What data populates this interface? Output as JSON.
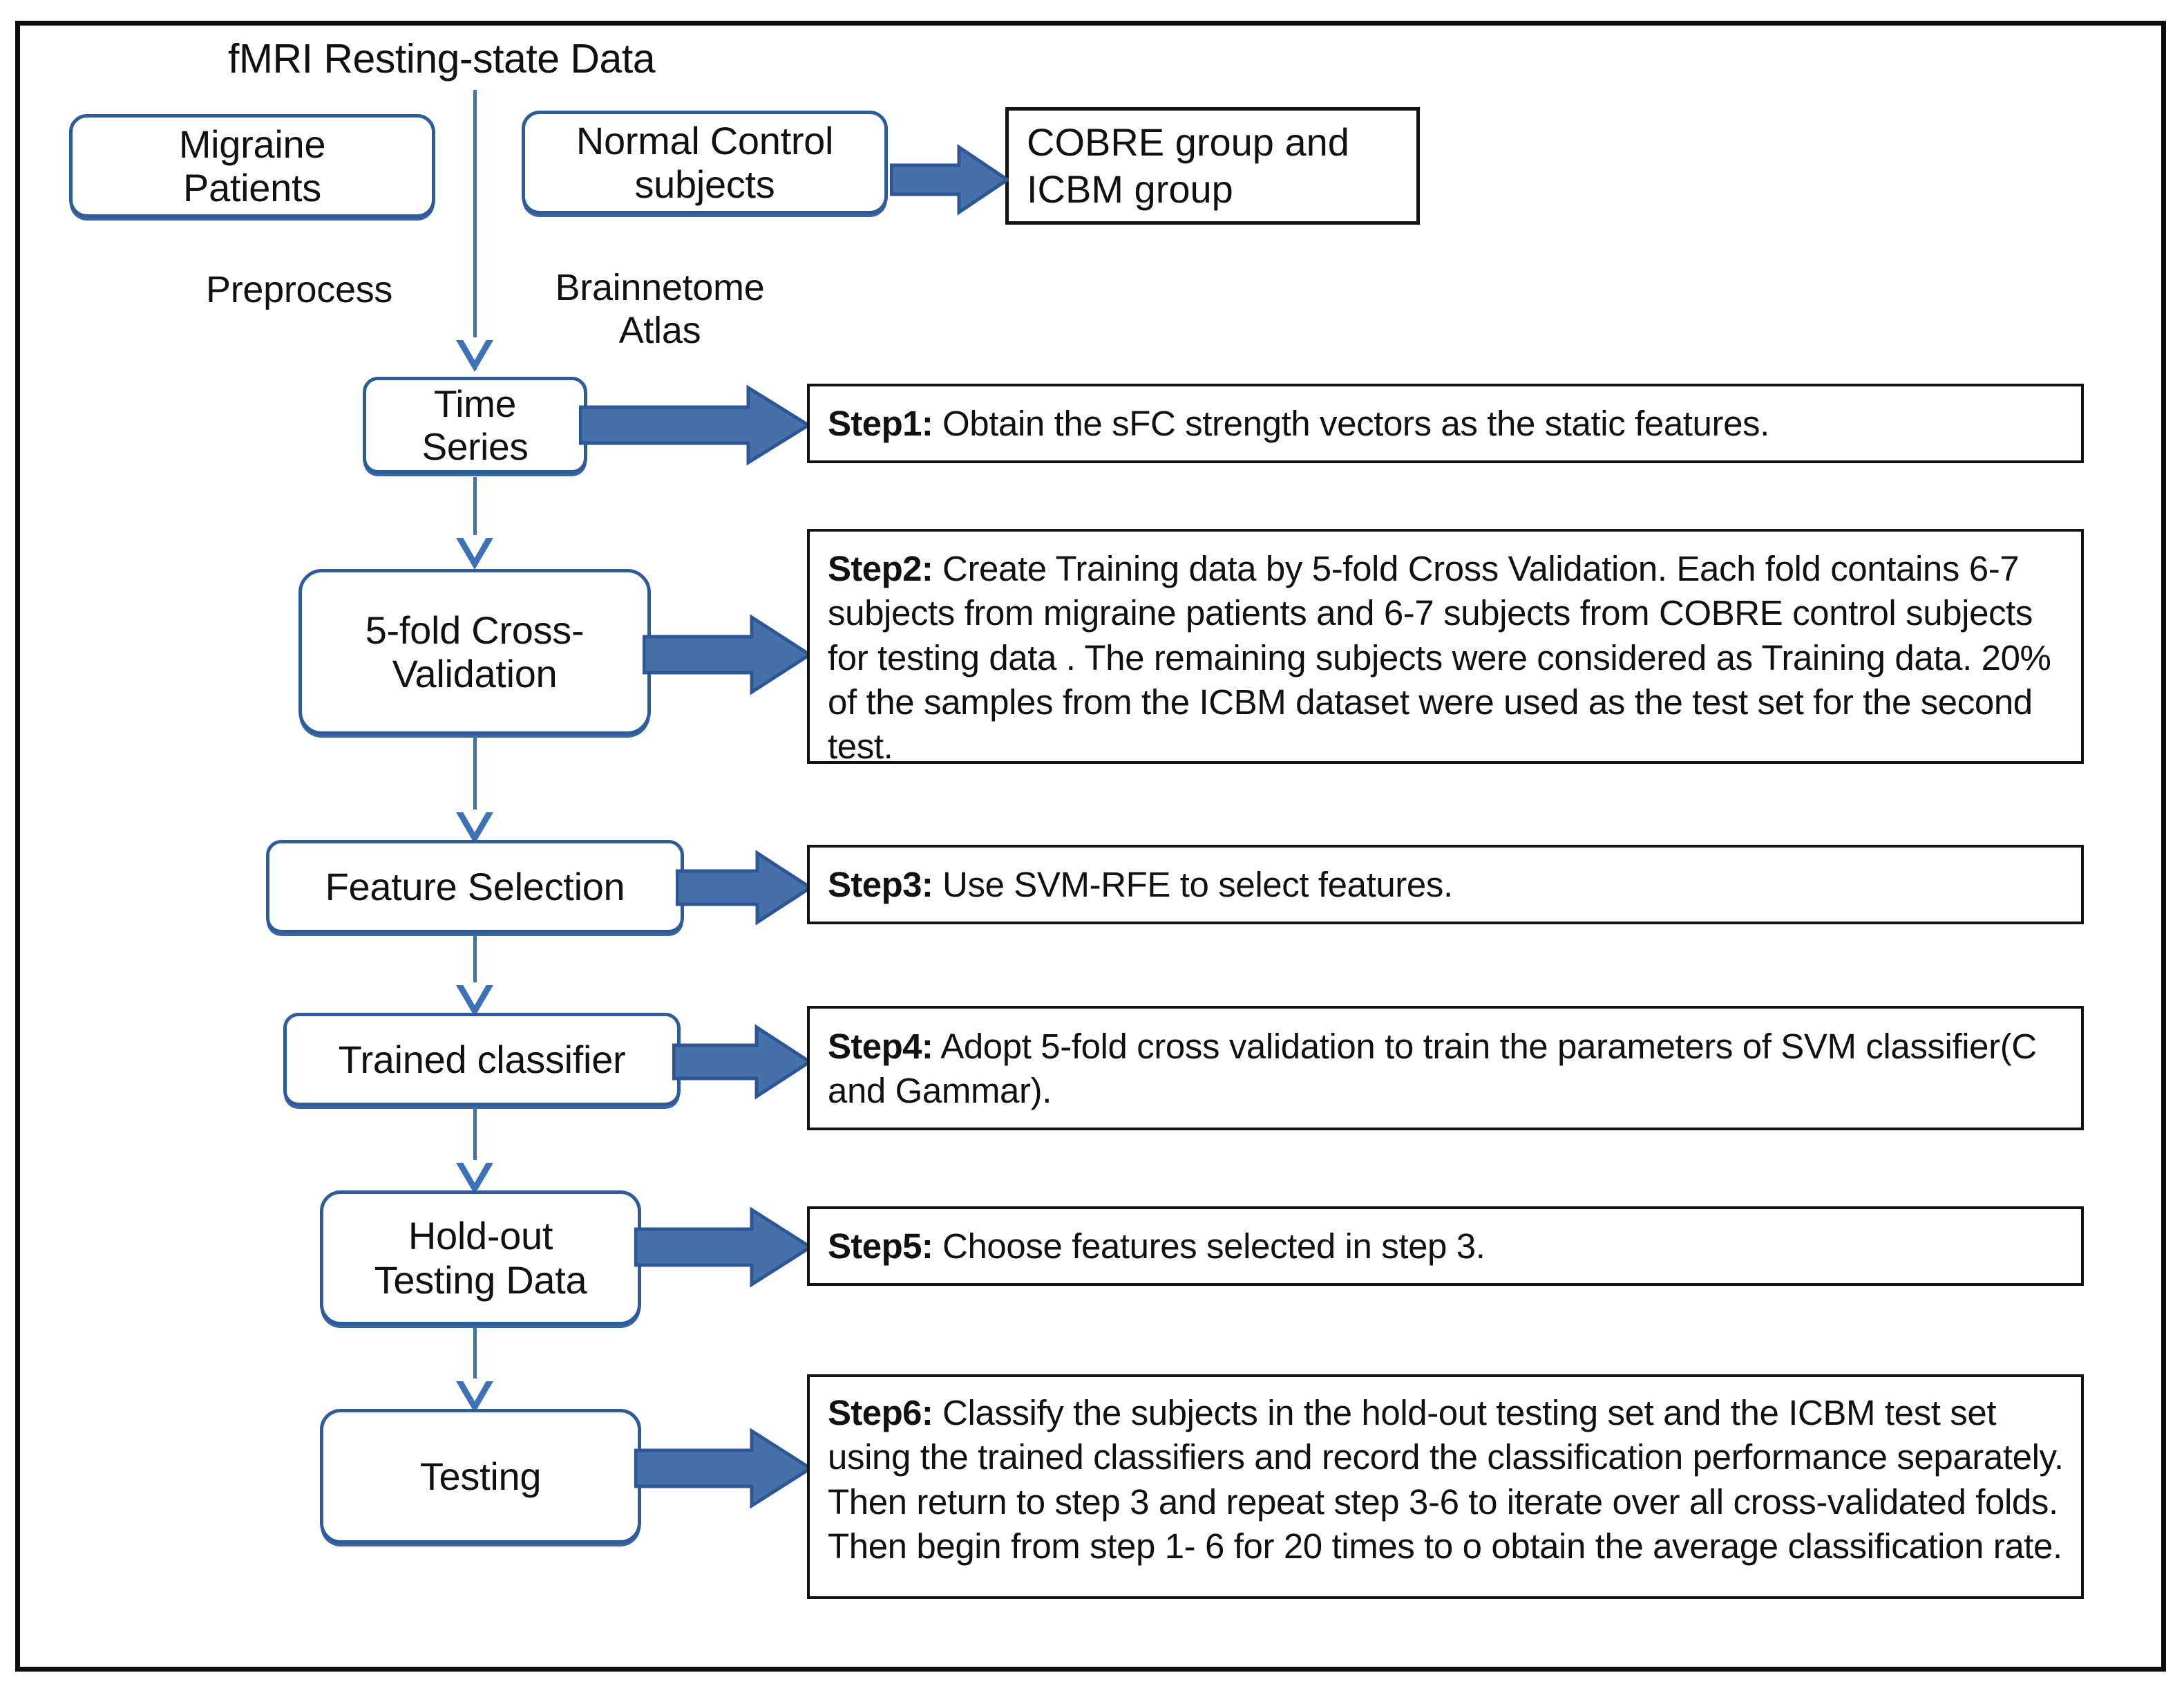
{
  "title": "fMRI Resting-state Data",
  "colors": {
    "arrow_fill": "#4472A8",
    "arrow_stroke": "#2E5597",
    "box_border_blue": "#2E5C9A",
    "box_border_black": "#141414",
    "connector_blue": "#3E72B8",
    "frame_black": "#0d0d0d"
  },
  "source_boxes": {
    "migraine": {
      "line1": "Migraine",
      "line2": "Patients"
    },
    "normal_control": {
      "line1": "Normal Control",
      "line2": "subjects"
    },
    "cobre": {
      "line1": "COBRE group and",
      "line2": "ICBM group"
    }
  },
  "edge_labels": {
    "preprocess": "Preprocess",
    "atlas_line1": "Brainnetome",
    "atlas_line2": "Atlas"
  },
  "pipeline": [
    {
      "id": "time-series",
      "line1": "Time",
      "line2": "Series"
    },
    {
      "id": "cross-validation",
      "line1": "5-fold Cross-",
      "line2": "Validation"
    },
    {
      "id": "feature-selection",
      "line1": "Feature Selection",
      "line2": ""
    },
    {
      "id": "trained-classifier",
      "line1": "Trained classifier",
      "line2": ""
    },
    {
      "id": "hold-out",
      "line1": "Hold-out",
      "line2": "Testing Data"
    },
    {
      "id": "testing",
      "line1": "Testing",
      "line2": ""
    }
  ],
  "steps": [
    {
      "label": "Step1:",
      "text": " Obtain the sFC strength vectors as the static features."
    },
    {
      "label": "Step2:",
      "text": " Create Training data by 5-fold Cross Validation. Each fold contains 6-7 subjects from migraine patients and 6-7 subjects from COBRE control subjects for testing data . The remaining subjects were considered as Training data. 20% of the samples from the ICBM dataset were used as the test set for the second test."
    },
    {
      "label": "Step3:",
      "text": " Use SVM-RFE to select features."
    },
    {
      "label": "Step4:",
      "text": " Adopt 5-fold cross validation to train the parameters of SVM classifier(C and Gammar)."
    },
    {
      "label": "Step5:",
      "text": " Choose features selected in step 3."
    },
    {
      "label": "Step6:",
      "text": " Classify the subjects in the hold-out testing set and the ICBM test set using the trained classifiers and record the classification performance separately. Then return to step 3 and repeat step 3-6 to iterate over all cross-validated folds. Then begin from step 1- 6  for 20 times to o obtain the average classification rate."
    }
  ]
}
